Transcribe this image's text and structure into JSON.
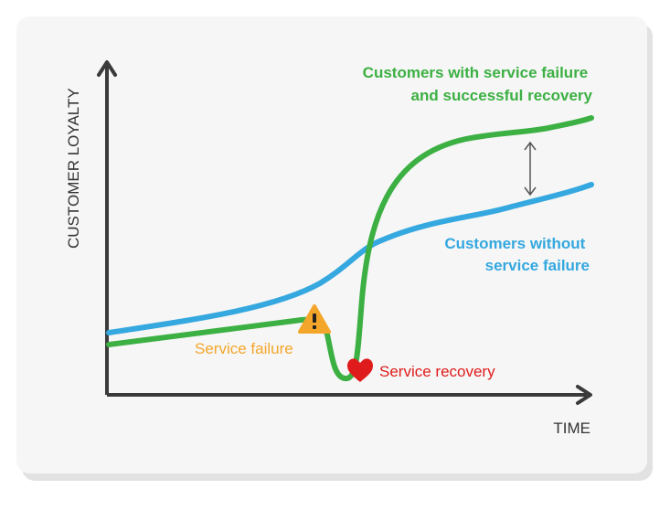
{
  "axes": {
    "y_label": "CUSTOMER LOYALTY",
    "x_label": "TIME"
  },
  "labels": {
    "recovery_curve": [
      "Customers with service failure",
      "and successful recovery"
    ],
    "baseline_curve": [
      "Customers without",
      "service failure"
    ],
    "failure": "Service failure",
    "recovery": "Service recovery"
  },
  "icons": {
    "failure": "warning-triangle-icon",
    "recovery": "heart-icon",
    "gap": "double-arrow-icon"
  },
  "colors": {
    "recovery_curve": "#3cb043",
    "baseline_curve": "#34a8df",
    "failure": "#f4a62a",
    "recovery": "#e01b1b",
    "axis": "#3a3a3a"
  }
}
